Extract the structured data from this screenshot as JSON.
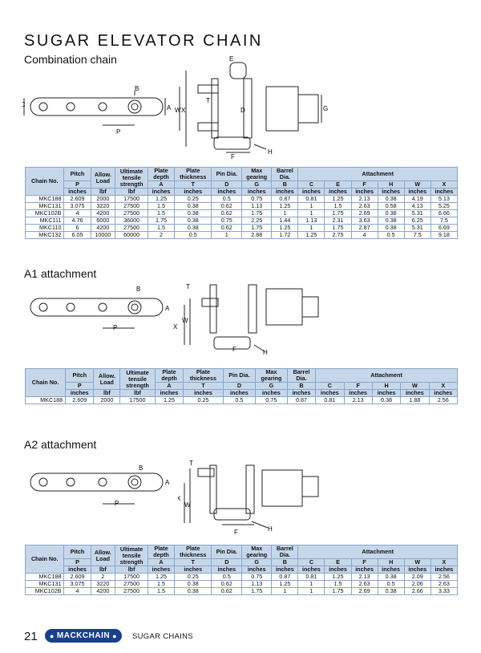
{
  "page": {
    "title": "SUGAR ELEVATOR CHAIN",
    "page_number": "21",
    "logo": "MACKCHAIN",
    "footer_label": "SUGAR CHAINS"
  },
  "diagram_labels": {
    "C": "C",
    "B": "B",
    "P": "P",
    "A": "A",
    "W": "W",
    "X": "X",
    "T": "T",
    "E": "E",
    "F": "F",
    "G": "G",
    "H": "H",
    "D": "D"
  },
  "sections": [
    {
      "heading": "Combination chain",
      "rows": [
        [
          "MKC188",
          "2.609",
          "2000",
          "17500",
          "1.25",
          "0.25",
          "0.5",
          "0.75",
          "0.87",
          "0.81",
          "1.25",
          "2.13",
          "0.38",
          "4.19",
          "5.13"
        ],
        [
          "MKC131",
          "3.075",
          "3220",
          "27500",
          "1.5",
          "0.38",
          "0.62",
          "1.13",
          "1.25",
          "1",
          "1.5",
          "2.63",
          "0.58",
          "4.13",
          "5.25"
        ],
        [
          "MKC102B",
          "4",
          "4200",
          "27500",
          "1.5",
          "0.38",
          "0.62",
          "1.75",
          "1",
          "1",
          "1.75",
          "2.69",
          "0.38",
          "5.31",
          "6.66"
        ],
        [
          "MKC111",
          "4.76",
          "6000",
          "36000",
          "1.75",
          "0.38",
          "0.75",
          "2.25",
          "1.44",
          "1.13",
          "2.31",
          "3.63",
          "0.38",
          "6.25",
          "7.5"
        ],
        [
          "MKC110",
          "6",
          "4200",
          "27500",
          "1.5",
          "0.38",
          "0.62",
          "1.75",
          "1.25",
          "1",
          "1.75",
          "2.87",
          "0.38",
          "5.31",
          "6.69"
        ],
        [
          "MKC132",
          "6.05",
          "10000",
          "60000",
          "2",
          "0.5",
          "1",
          "2.88",
          "1.72",
          "1.25",
          "2.75",
          "4",
          "0.5",
          "7.5",
          "9.18"
        ]
      ]
    },
    {
      "heading": "A1 attachment",
      "rows": [
        [
          "MKC188",
          "2.609",
          "2000",
          "17500",
          "1.25",
          "0.25",
          "0.5",
          "0.75",
          "0.87",
          "0.81",
          "2.13",
          "0.38",
          "1.88",
          "2.56"
        ]
      ]
    },
    {
      "heading": "A2 attachment",
      "rows": [
        [
          "MKC188",
          "2.609",
          "2",
          "17500",
          "1.25",
          "0.25",
          "0.5",
          "0.75",
          "0.87",
          "0.81",
          "1.25",
          "2.13",
          "0.38",
          "2.09",
          "2.56"
        ],
        [
          "MKC131",
          "3.075",
          "3220",
          "27500",
          "1.5",
          "0.38",
          "0.62",
          "1.13",
          "1.25",
          "1",
          "1.5",
          "2.63",
          "0.5",
          "2.06",
          "2.63"
        ],
        [
          "MKC102B",
          "4",
          "4200",
          "27500",
          "1.5",
          "0.38",
          "0.62",
          "1.75",
          "1",
          "1",
          "1.75",
          "2.69",
          "0.38",
          "2.66",
          "3.33"
        ]
      ]
    }
  ],
  "table_headers": {
    "chain_no": "Chain No.",
    "pitch": "Pitch",
    "allow_load_1": "Allow.",
    "allow_load_2": "Load",
    "ult_1": "Ultimate",
    "ult_2": "tensile",
    "ult_3": "strength",
    "plate_depth_1": "Plate",
    "plate_depth_2": "depth",
    "plate_thick_1": "Plate",
    "plate_thick_2": "thickness",
    "pin_dia": "Pin Dia.",
    "max_gear_1": "Max",
    "max_gear_2": "gearing",
    "barrel_1": "Barrel",
    "barrel_2": "Dia.",
    "attachment": "Attachment",
    "sym": [
      "P",
      "",
      "",
      "A",
      "T",
      "D",
      "G",
      "B",
      "C",
      "E",
      "F",
      "H",
      "W",
      "X"
    ],
    "sym_a1": [
      "P",
      "",
      "",
      "A",
      "T",
      "D",
      "G",
      "B",
      "C",
      "F",
      "H",
      "W",
      "X"
    ],
    "units": [
      "inches",
      "lbf",
      "lbf",
      "inches",
      "inches",
      "inches",
      "inches",
      "inches",
      "inches",
      "inches",
      "inches",
      "inches",
      "inches",
      "inches"
    ],
    "units_a1": [
      "inches",
      "lbf",
      "lbf",
      "inches",
      "inches",
      "inches",
      "inches",
      "inches",
      "inches",
      "inches",
      "inches",
      "inches",
      "inches"
    ]
  },
  "colors": {
    "header_bg": "#c7d7ea",
    "border": "#8aa6c8",
    "logo_bg": "#1b3f8f"
  }
}
